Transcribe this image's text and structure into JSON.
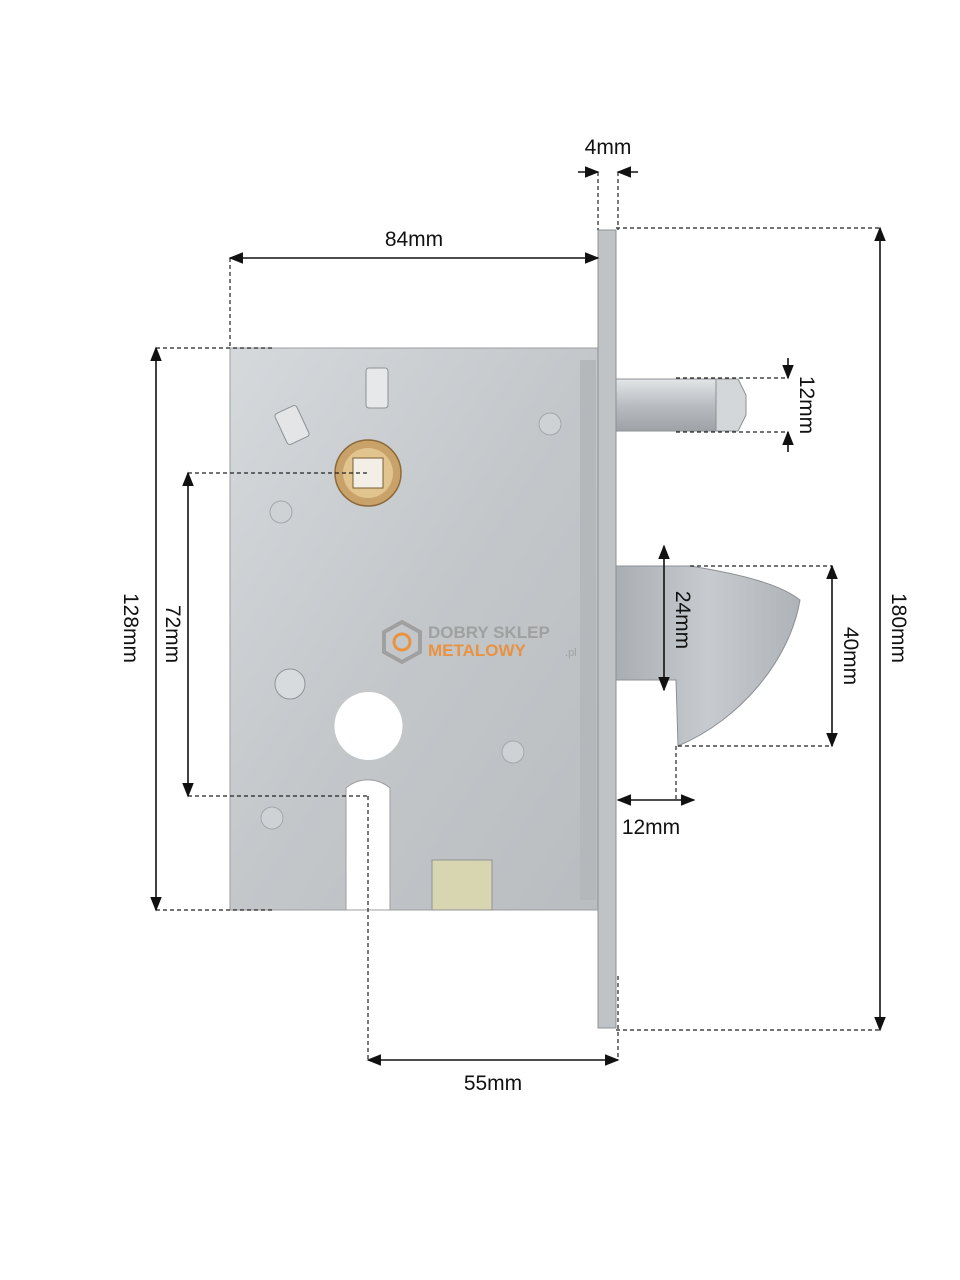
{
  "dimensions": {
    "faceplate_thickness": "4mm",
    "case_width": "84mm",
    "case_height": "128mm",
    "spindle_to_cylinder": "72mm",
    "total_height": "180mm",
    "bolt_diameter": "12mm",
    "hook_gap": "24mm",
    "hook_height": "40mm",
    "hook_projection": "12mm",
    "backset": "55mm"
  },
  "watermark": {
    "line1": "DOBRY SKLEP",
    "line2": "METALOWY",
    "suffix": ".pl",
    "color_primary": "#9a9a9a",
    "color_accent": "#f08a2a"
  },
  "colors": {
    "case": "#c9cdd0",
    "faceplate": "#bfc3c6",
    "hook": "#b7bcc1",
    "brass": "#c9a26a"
  }
}
